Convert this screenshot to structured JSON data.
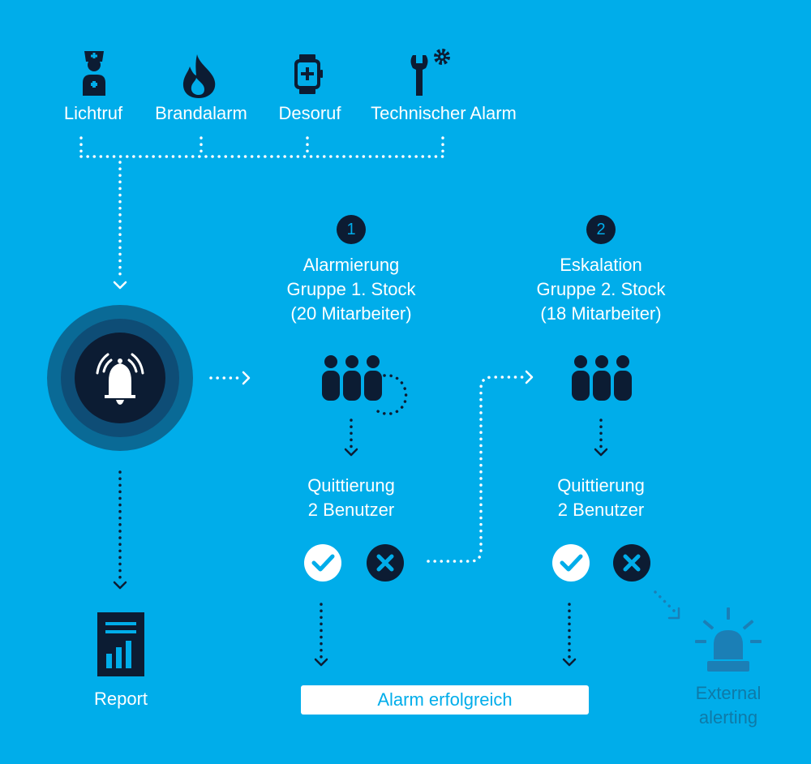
{
  "sources": {
    "lichtruf": "Lichtruf",
    "brandalarm": "Brandalarm",
    "desoruf": "Desoruf",
    "technisch": "Technischer Alarm"
  },
  "step1": {
    "number": "1",
    "title_line1": "Alarmierung",
    "title_line2": "Gruppe 1. Stock",
    "title_line3": "(20 Mitarbeiter)",
    "ack_line1": "Quittierung",
    "ack_line2": "2 Benutzer"
  },
  "step2": {
    "number": "2",
    "title_line1": "Eskalation",
    "title_line2": "Gruppe 2. Stock",
    "title_line3": "(18 Mitarbeiter)",
    "ack_line1": "Quittierung",
    "ack_line2": "2 Benutzer"
  },
  "report": "Report",
  "result": "Alarm erfolgreich",
  "external": {
    "line1": "External",
    "line2": "alerting"
  },
  "icons": {
    "nurse": "nurse-icon",
    "fire": "fire-icon",
    "smartwatch": "smartwatch-icon",
    "tools": "wrench-gear-icon",
    "alarm": "alarm-bell-icon",
    "group": "people-group-icon",
    "check": "check-icon",
    "cross": "cross-icon",
    "report": "report-icon",
    "siren": "siren-icon"
  },
  "colors": {
    "background": "#00adea",
    "dark": "#0c1c33",
    "white": "#ffffff",
    "muted": "#1b7fb6"
  }
}
